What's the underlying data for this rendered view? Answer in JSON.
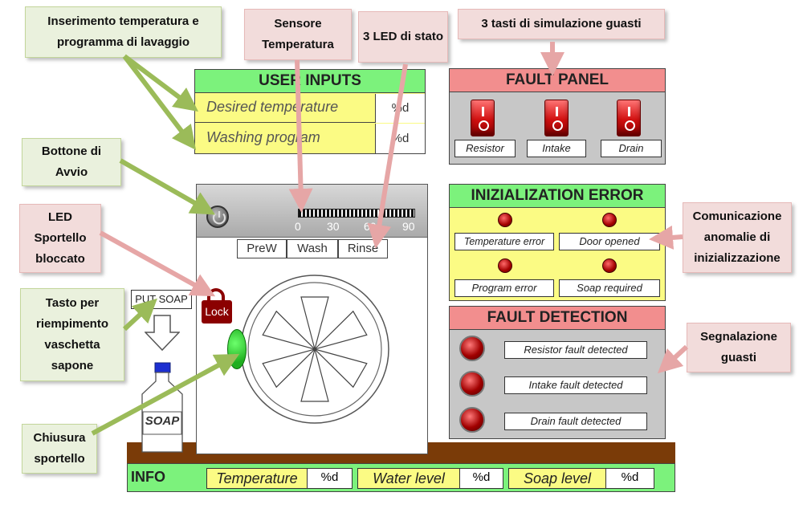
{
  "callouts": {
    "inserimento": "Inserimento temperatura e programma di lavaggio",
    "sensore": "Sensore Temperatura",
    "led_stato": "3 LED di stato",
    "tasti_guasti": "3 tasti di simulazione guasti",
    "bottone_avvio": "Bottone di Avvio",
    "led_sportello": "LED Sportello bloccato",
    "tasto_sapone": "Tasto per riempimento vaschetta sapone",
    "chiusura": "Chiusura sportello",
    "comunicazione": "Comunicazione anomalie di inizializzazione",
    "segnalazione": "Segnalazione guasti"
  },
  "user_inputs": {
    "title": "USER INPUTS",
    "desired_temperature_label": "Desired temperature",
    "desired_temperature_value": "%d",
    "washing_program_label": "Washing program",
    "washing_program_value": "%d"
  },
  "fault_panel": {
    "title": "FAULT PANEL",
    "resistor": "Resistor",
    "intake": "Intake",
    "drain": "Drain"
  },
  "init_error": {
    "title": "INIZIALIZATION ERROR",
    "temperature_error": "Temperature error",
    "door_opened": "Door opened",
    "program_error": "Program error",
    "soap_required": "Soap required"
  },
  "fault_detection": {
    "title": "FAULT DETECTION",
    "resistor": "Resistor fault detected",
    "intake": "Intake fault detected",
    "drain": "Drain fault detected"
  },
  "machine": {
    "scale_ticks": [
      "0",
      "30",
      "60",
      "90"
    ],
    "programs": [
      "PreW",
      "Wash",
      "Rinse"
    ],
    "lock_label": "Lock",
    "put_soap_label": "PUT SOAP",
    "soap_label": "SOAP"
  },
  "info": {
    "title": "INFO",
    "temperature_label": "Temperature",
    "temperature_value": "%d",
    "water_level_label": "Water level",
    "water_level_value": "%d",
    "soap_level_label": "Soap level",
    "soap_level_value": "%d"
  },
  "colors": {
    "header_green": "#7cf27c",
    "header_red": "#f28e8e",
    "panel_yellow": "#fbfb84",
    "panel_gray": "#c7c7c7",
    "door_green": "#22c422",
    "floor_brown": "#7a3b08"
  }
}
